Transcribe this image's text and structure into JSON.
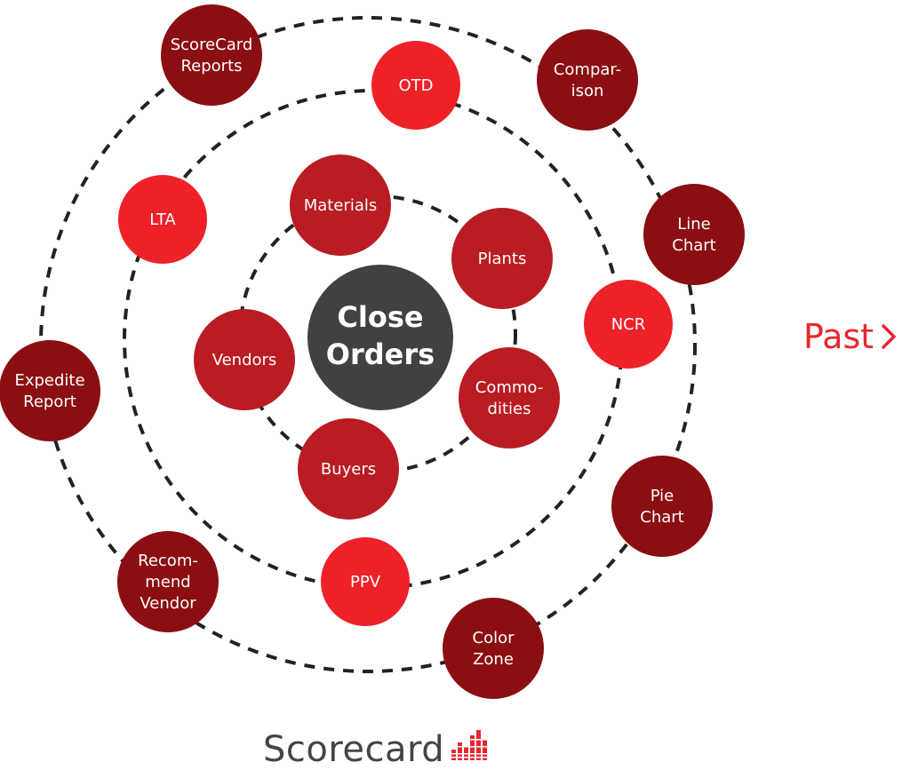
{
  "center": {
    "line1": "Close",
    "line2": "Orders"
  },
  "inner_ring": [
    {
      "id": "materials",
      "lines": [
        "Materials"
      ]
    },
    {
      "id": "plants",
      "lines": [
        "Plants"
      ]
    },
    {
      "id": "commodities",
      "lines": [
        "Commo-",
        "dities"
      ]
    },
    {
      "id": "buyers",
      "lines": [
        "Buyers"
      ]
    },
    {
      "id": "vendors",
      "lines": [
        "Vendors"
      ]
    }
  ],
  "middle_ring": [
    {
      "id": "otd",
      "lines": [
        "OTD"
      ]
    },
    {
      "id": "lta",
      "lines": [
        "LTA"
      ]
    },
    {
      "id": "ncr",
      "lines": [
        "NCR"
      ]
    },
    {
      "id": "ppv",
      "lines": [
        "PPV"
      ]
    }
  ],
  "outer_ring": [
    {
      "id": "scorecard-reports",
      "lines": [
        "ScoreCard",
        "Reports"
      ]
    },
    {
      "id": "comparison",
      "lines": [
        "Compar-",
        "ison"
      ]
    },
    {
      "id": "line-chart",
      "lines": [
        "Line",
        "Chart"
      ]
    },
    {
      "id": "pie-chart",
      "lines": [
        "Pie",
        "Chart"
      ]
    },
    {
      "id": "color-zone",
      "lines": [
        "Color",
        "Zone"
      ]
    },
    {
      "id": "recommend-vendor",
      "lines": [
        "Recom-",
        "mend",
        "Vendor"
      ]
    },
    {
      "id": "expedite-report",
      "lines": [
        "Expedite",
        "Report"
      ]
    }
  ],
  "nav": {
    "past_label": "Past",
    "past_icon": "chevron-right-icon"
  },
  "brand": {
    "name": "Scorecard",
    "icon": "bar-chart-logo-icon"
  },
  "colors": {
    "center": "#414141",
    "inner": "#b91c22",
    "middle": "#ee2129",
    "outer": "#8b0e12",
    "accent": "#e8262d",
    "ring": "#222222"
  }
}
